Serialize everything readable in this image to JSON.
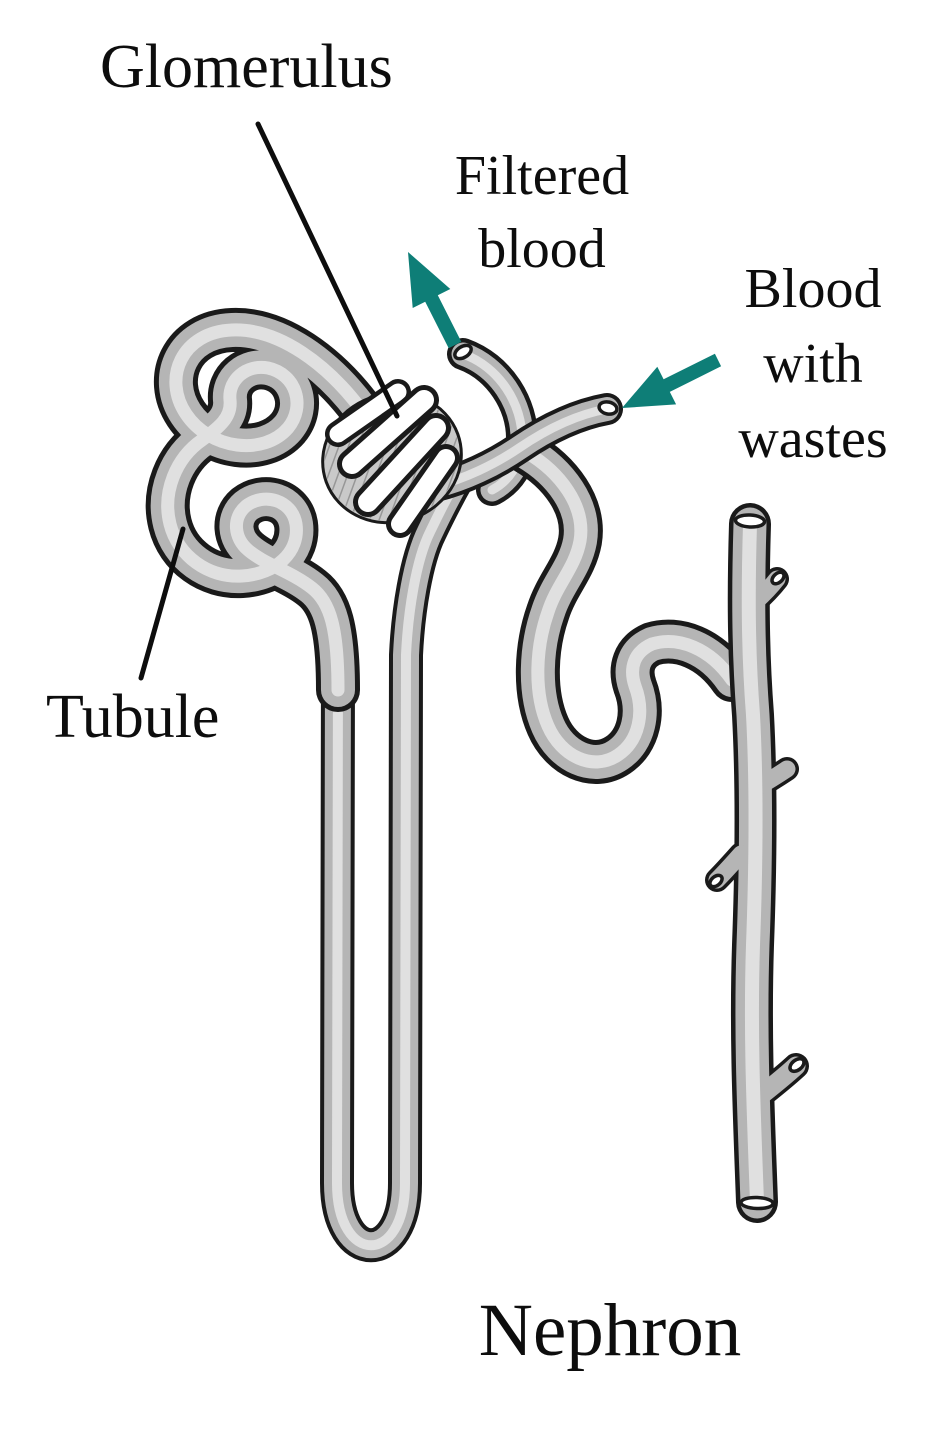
{
  "diagram": {
    "title": "Nephron",
    "labels": {
      "glomerulus": {
        "text": "Glomerulus"
      },
      "filtered_blood": {
        "lines": [
          "Filtered",
          "blood"
        ]
      },
      "blood_with_wastes": {
        "lines": [
          "Blood",
          "with",
          "wastes"
        ]
      },
      "tubule": {
        "text": "Tubule"
      }
    },
    "colors": {
      "arrow": "#0e7e77",
      "ink": "#0d0d0d",
      "outline": "#1a1a1a",
      "tube": "#b5b5b5",
      "core": "#e3e3e3",
      "ball": "#c9c9c9",
      "background": "#ffffff"
    }
  }
}
